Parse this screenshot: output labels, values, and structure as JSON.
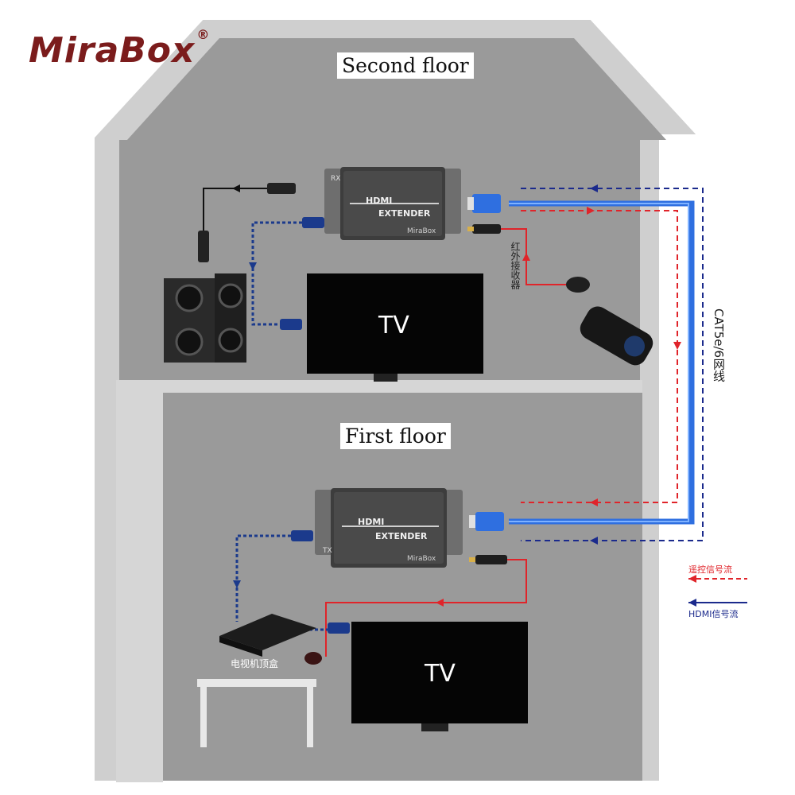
{
  "brand": {
    "name": "MiraBox",
    "mark": "®"
  },
  "floors": {
    "second": "Second floor",
    "first": "First floor"
  },
  "devices": {
    "extender_title": "HDMI",
    "extender_sub": "EXTENDER",
    "extender_brand": "MiraBox",
    "tv_label": "TV",
    "rx_tag": "RX",
    "tx_tag": "TX",
    "stb_label": "电视机顶盒",
    "ir_receiver_label": "红外接收器"
  },
  "cable": {
    "label": "CAT5e/6网线"
  },
  "legend": {
    "remote_flow": "遥控信号流",
    "hdmi_flow": "HDMI信号流"
  },
  "colors": {
    "brand": "#7b1c1c",
    "wall": "#cfcfcf",
    "interior": "#9a9a9a",
    "remote_flow": "#e0242a",
    "hdmi_flow": "#1b2a8c",
    "cat_cable": "#2f6fe0"
  }
}
